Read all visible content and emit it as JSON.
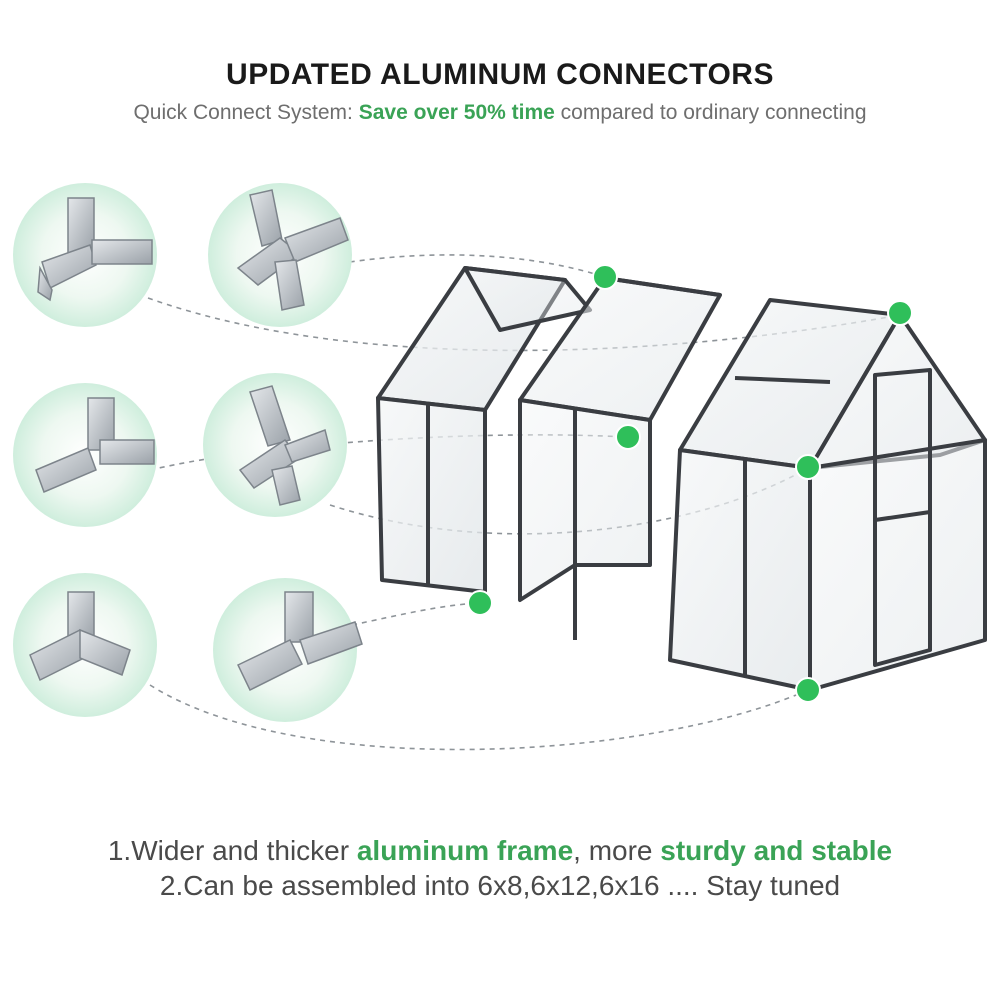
{
  "header": {
    "title": "UPDATED ALUMINUM CONNECTORS",
    "subtitle_prefix": "Quick Connect System: ",
    "subtitle_highlight": "Save over 50% time",
    "subtitle_suffix": " compared to ordinary connecting"
  },
  "features": {
    "line1_prefix": "1.Wider and thicker ",
    "line1_highlight1": "aluminum frame",
    "line1_middle": ", more ",
    "line1_highlight2": "sturdy and stable",
    "line2": "2.Can be assembled into 6x8,6x12,6x16 .... Stay tuned"
  },
  "colors": {
    "accent": "#3aa356",
    "connector_dot": "#2fbf5a",
    "frame": "#3a3d42",
    "circle_bg": "#e3f3e8"
  },
  "icons": [
    "y-connector-icon",
    "cross-connector-icon",
    "y-connector-icon",
    "cross-connector-icon",
    "t-connector-icon",
    "t-connector-icon",
    "greenhouse-icon"
  ]
}
